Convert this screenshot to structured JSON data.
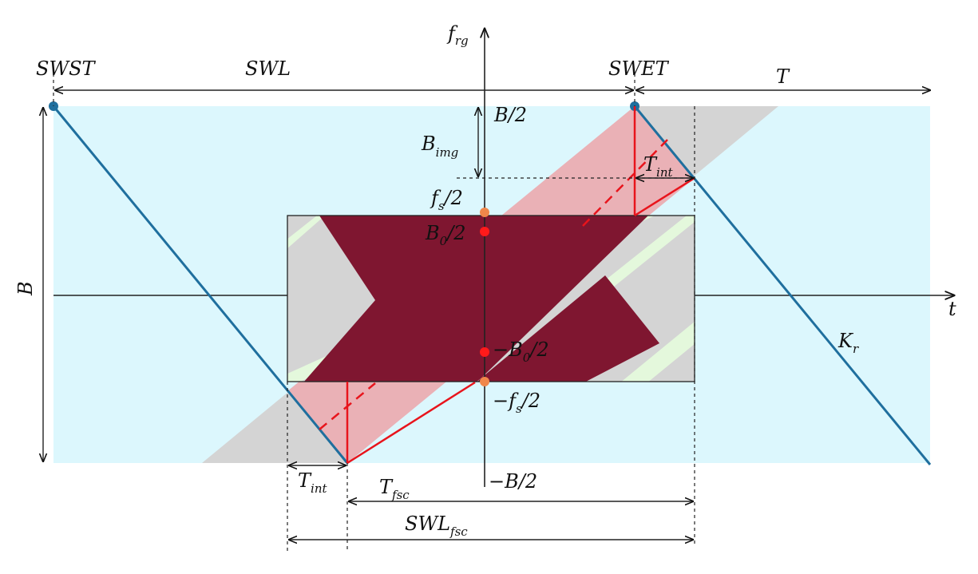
{
  "labels": {
    "y_axis": {
      "main": "f",
      "sub": "rg"
    },
    "x_axis": "t",
    "swst": "SWST",
    "swl": "SWL",
    "swet": "SWET",
    "period": "T",
    "bandwidth": "B",
    "half_bandwidth": "B/2",
    "neg_half_bandwidth": "−B/2",
    "b_img": {
      "main": "B",
      "sub": "img"
    },
    "t_int_top": {
      "main": "T",
      "sub": "int"
    },
    "t_int_bottom": {
      "main": "T",
      "sub": "int"
    },
    "fs_half": {
      "main": "f",
      "sub": "s",
      "suffix": "/2"
    },
    "neg_fs_half": {
      "prefix": "−f",
      "sub": "s",
      "suffix": "/2"
    },
    "b0_half": {
      "main": "B",
      "sub": "0",
      "suffix": "/2"
    },
    "neg_b0_half": {
      "prefix": "−B",
      "sub": "0",
      "suffix": "/2"
    },
    "kr": {
      "main": "K",
      "sub": "r"
    },
    "t_fsc": {
      "main": "T",
      "sub": "fsc"
    },
    "swl_fsc": {
      "main": "SWL",
      "sub": "fsc"
    }
  },
  "colors": {
    "background_band": "#dcf7fd",
    "chirp_line": "#1f6f9e",
    "recovered_band": "#eab1b6",
    "aliased_region": "#d4d4d4",
    "valid_band": "#7f1630",
    "guard_strip": "#e4f8dc",
    "red_line": "#e8141c",
    "fs_marker": "#f0874a",
    "b0_marker": "#ff1a1a"
  }
}
